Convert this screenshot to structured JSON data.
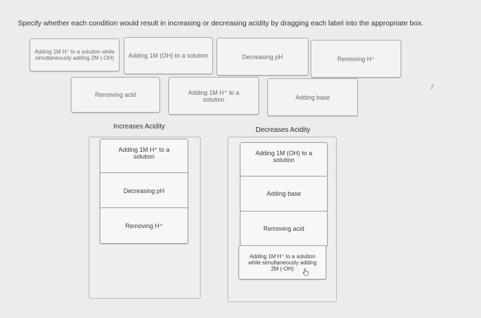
{
  "prompt": "Specify whether each condition would result in increasing or decreasing acidity by dragging each label into the appropriate box.",
  "bank": [
    {
      "label": "Adding 1M H⁺ to a solution while simultaneously adding 2M (-OH)"
    },
    {
      "label": "Adding 1M (OH) to a solution"
    },
    {
      "label": "Decreasing pH"
    },
    {
      "label": "Removing H⁺"
    },
    {
      "label": "Removing acid"
    },
    {
      "label": "Adding 1M H⁺ to a solution"
    },
    {
      "label": "Adding base"
    }
  ],
  "increases": {
    "heading": "Increases Acidity",
    "items": [
      "Adding 1M H⁺ to a solution",
      "Decreasing pH",
      "Removing H⁺"
    ]
  },
  "decreases": {
    "heading": "Decreases Acidity",
    "items": [
      "Adding 1M (OH) to a solution",
      "Adding base",
      "Removing acid",
      "Adding 1M H⁺ to a solution while simultaneously adding 2M (-OH)"
    ]
  },
  "icons": {
    "cursor": "hand-pointer-icon"
  }
}
